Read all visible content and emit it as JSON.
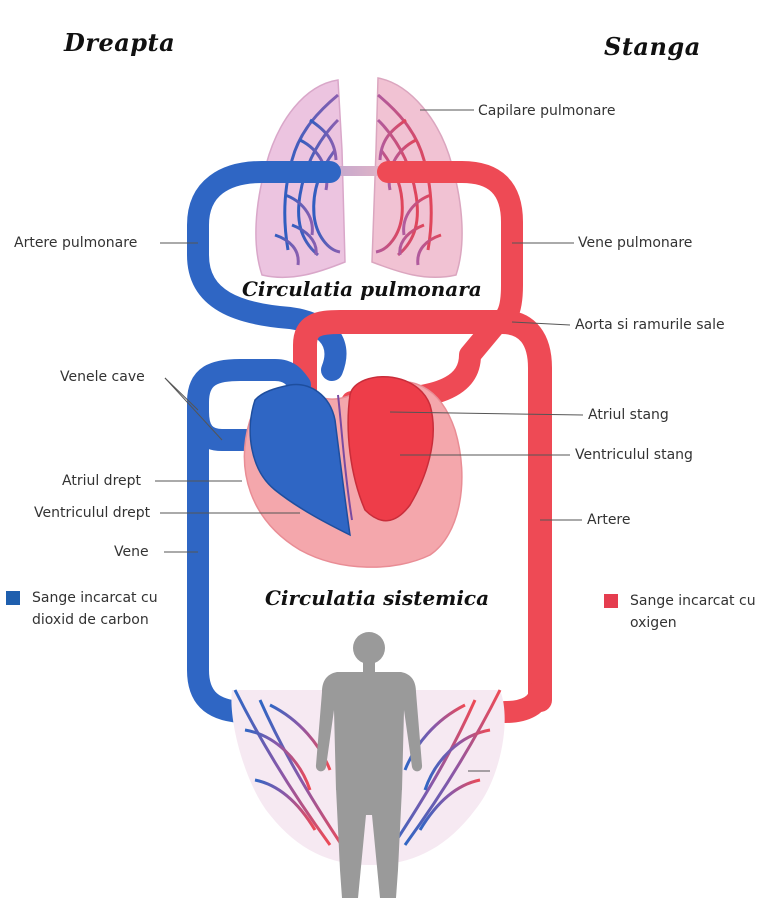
{
  "sides": {
    "right_side": "Dreapta",
    "left_side": "Stanga"
  },
  "sections": {
    "pulmonary": "Circulatia pulmonara",
    "systemic": "Circulatia sistemica"
  },
  "labels": {
    "pulmonary_capillaries": "Capilare pulmonare",
    "pulmonary_arteries": "Artere pulmonare",
    "pulmonary_veins": "Vene pulmonare",
    "aorta": "Aorta si ramurile sale",
    "venae_cavae": "Venele cave",
    "left_atrium": "Atriul stang",
    "left_ventricle": "Ventriculul stang",
    "right_atrium": "Atriul drept",
    "right_ventricle": "Ventriculul drept",
    "arteries": "Artere",
    "veins": "Vene"
  },
  "legend": {
    "deoxygenated": {
      "text": "Sange incarcat cu dioxid de carbon",
      "color": "#1f5fae"
    },
    "oxygenated": {
      "text": "Sange incarcat cu oxigen",
      "color": "#e53d4f"
    }
  },
  "colors": {
    "venous_blood": "#2f66c4",
    "arterial_blood": "#ee4a55",
    "lung_tissue": "#e9bfdc",
    "heart_background": "#f4a7ac",
    "human_silhouette": "#9a9a9a"
  }
}
